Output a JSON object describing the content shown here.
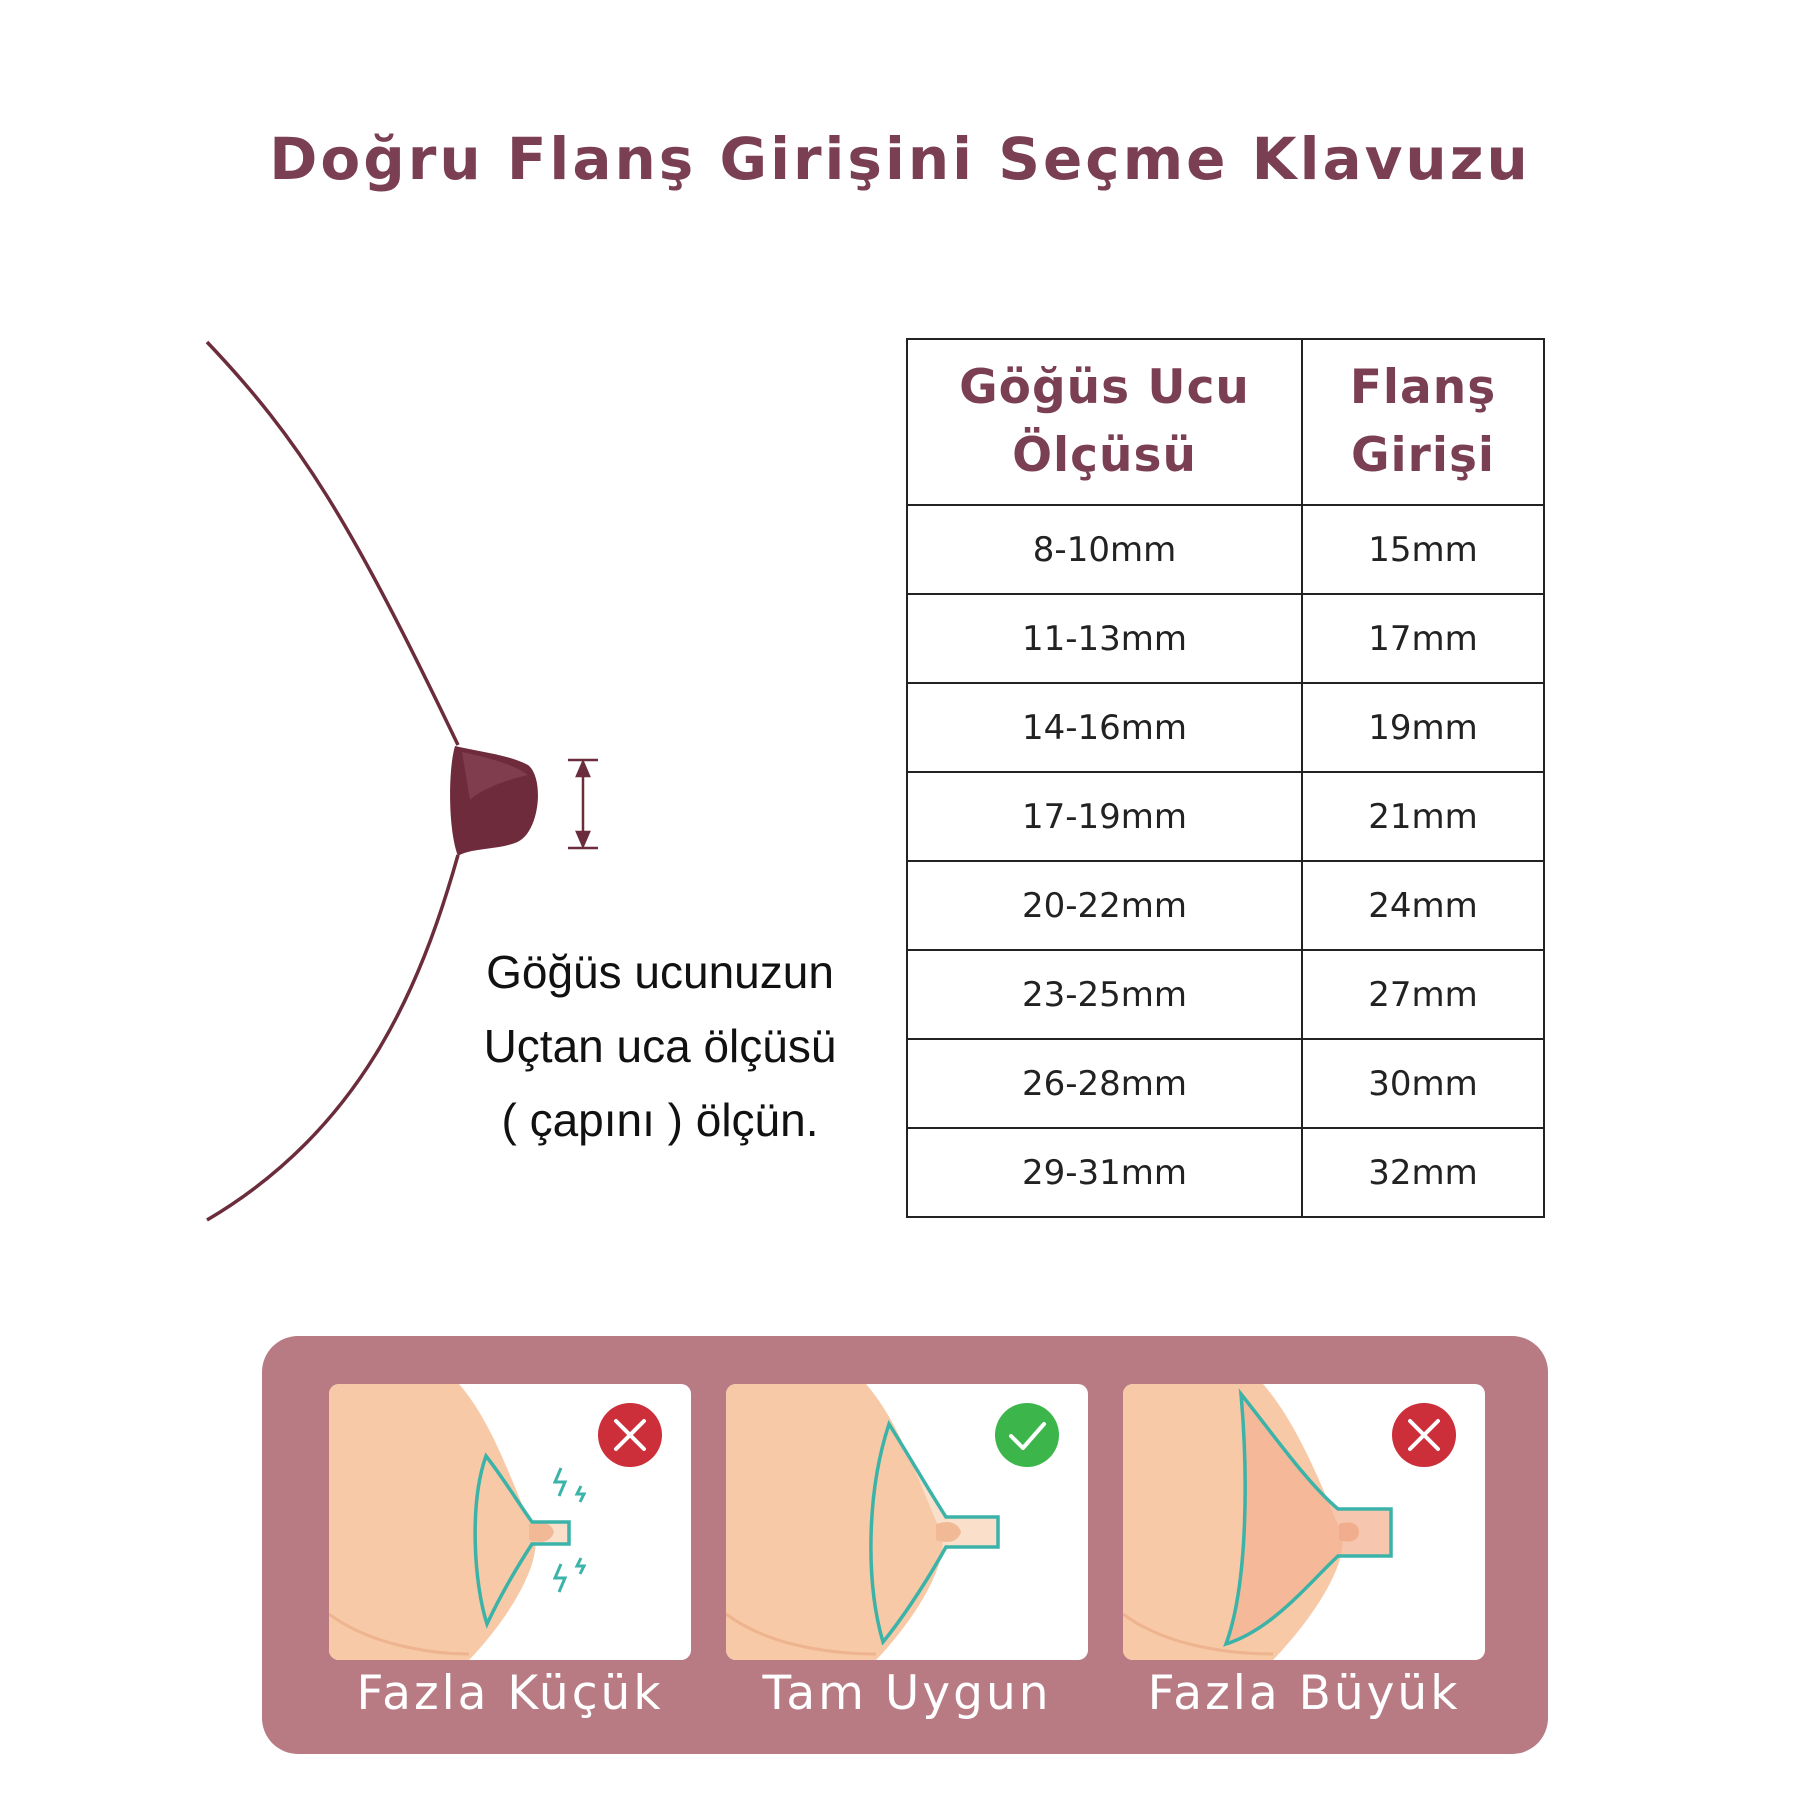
{
  "title": "Doğru Flanş Girişini Seçme Klavuzu",
  "instruction": {
    "line1": "Göğüs ucunuzun",
    "line2": "Uçtan uca ölçüsü",
    "line3": "( çapını ) ölçün."
  },
  "table": {
    "header_col1": [
      "Göğüs Ucu",
      "Ölçüsü"
    ],
    "header_col2": [
      "Flanş",
      "Girişi"
    ],
    "rows": [
      [
        "8-10mm",
        "15mm"
      ],
      [
        "11-13mm",
        "17mm"
      ],
      [
        "14-16mm",
        "19mm"
      ],
      [
        "17-19mm",
        "21mm"
      ],
      [
        "20-22mm",
        "24mm"
      ],
      [
        "23-25mm",
        "27mm"
      ],
      [
        "26-28mm",
        "30mm"
      ],
      [
        "29-31mm",
        "32mm"
      ]
    ]
  },
  "fit_examples": [
    {
      "label": "Fazla Küçük",
      "status": "wrong",
      "status_icon": "x-icon"
    },
    {
      "label": "Tam Uygun",
      "status": "correct",
      "status_icon": "check-icon"
    },
    {
      "label": "Fazla Büyük",
      "status": "wrong",
      "status_icon": "x-icon"
    }
  ],
  "colors": {
    "title": "#7b3f53",
    "breast_outline": "#6b2c3c",
    "nipple": "#6e2b3c",
    "panel_bg": "#b87b84",
    "skin": "#f7c9a6",
    "flange": "#3bb3a8",
    "wrong": "#cc2e3a",
    "correct": "#3cb64a"
  }
}
